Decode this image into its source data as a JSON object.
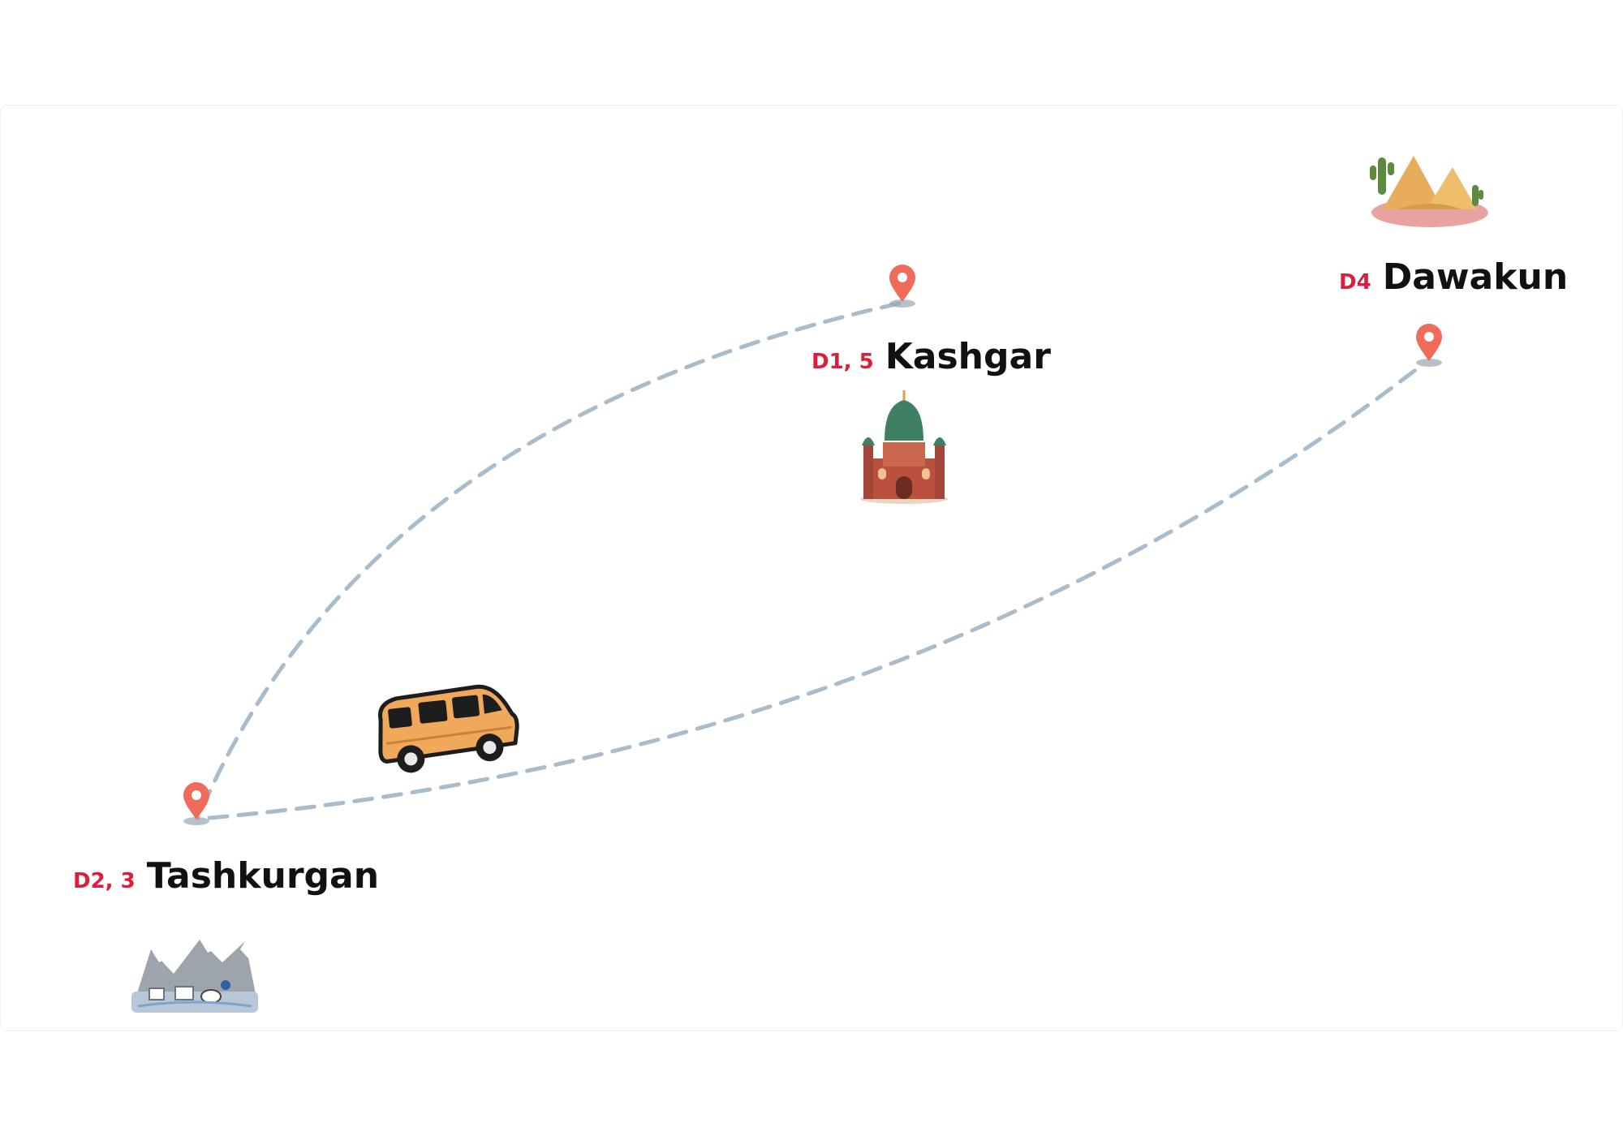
{
  "map": {
    "colors": {
      "route": "#a9bccb",
      "pin": "#ef6b5a",
      "pin_shadow": "#9aa6b0",
      "day_label": "#dc1e3c",
      "city_label": "#111111",
      "van_body": "#f0a85a",
      "van_window": "#1d1d1d"
    },
    "stops": [
      {
        "day": "D1, 5",
        "city": "Kashgar",
        "icon": "mosque-icon"
      },
      {
        "day": "D2, 3",
        "city": "Tashkurgan",
        "icon": "mountain-village-icon"
      },
      {
        "day": "D4",
        "city": "Dawakun",
        "icon": "desert-cactus-icon"
      }
    ],
    "vehicle_icon": "van-icon"
  }
}
